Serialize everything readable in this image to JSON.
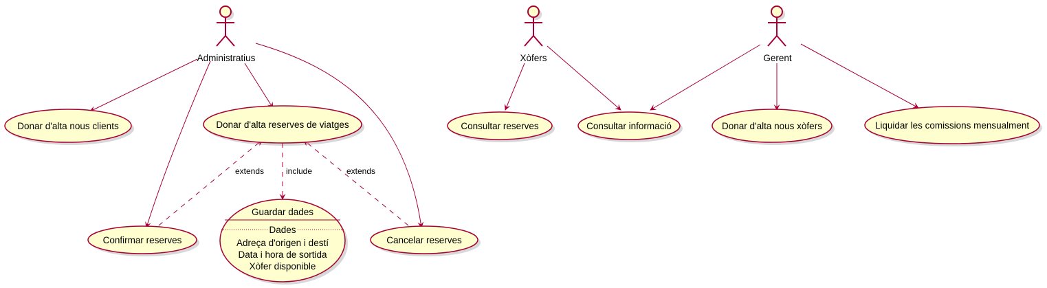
{
  "actors": [
    {
      "id": "administratius",
      "name": "Administratius"
    },
    {
      "id": "xofers",
      "name": "Xòfers"
    },
    {
      "id": "gerent",
      "name": "Gerent"
    }
  ],
  "usecases": [
    {
      "id": "alta-clients",
      "label": "Donar d'alta nous clients"
    },
    {
      "id": "alta-reserves",
      "label": "Donar d'alta reserves de viatges"
    },
    {
      "id": "confirmar",
      "label": "Confirmar reserves"
    },
    {
      "id": "cancelar",
      "label": "Cancelar reserves"
    },
    {
      "id": "guardar",
      "label": "Guardar dades",
      "section_title": "Dades",
      "details": [
        "Adreça d'origen i destí",
        "Data i hora de sortida",
        "Xòfer disponible"
      ]
    },
    {
      "id": "consultar-reserves",
      "label": "Consultar reserves"
    },
    {
      "id": "consultar-info",
      "label": "Consultar informació"
    },
    {
      "id": "alta-xofers",
      "label": "Donar d'alta nous xòfers"
    },
    {
      "id": "liquidar",
      "label": "Liquidar les comissions mensualment"
    }
  ],
  "relations": [
    {
      "from": "administratius",
      "to": "alta-clients",
      "style": "solid",
      "label": ""
    },
    {
      "from": "administratius",
      "to": "alta-reserves",
      "style": "solid",
      "label": ""
    },
    {
      "from": "administratius",
      "to": "confirmar",
      "style": "solid",
      "label": ""
    },
    {
      "from": "administratius",
      "to": "cancelar",
      "style": "solid",
      "label": ""
    },
    {
      "from": "confirmar",
      "to": "alta-reserves",
      "style": "dashed",
      "label": "extends"
    },
    {
      "from": "alta-reserves",
      "to": "guardar",
      "style": "dashed",
      "label": "include"
    },
    {
      "from": "cancelar",
      "to": "alta-reserves",
      "style": "dashed",
      "label": "extends"
    },
    {
      "from": "xofers",
      "to": "consultar-reserves",
      "style": "solid",
      "label": ""
    },
    {
      "from": "xofers",
      "to": "consultar-info",
      "style": "solid",
      "label": ""
    },
    {
      "from": "gerent",
      "to": "consultar-info",
      "style": "solid",
      "label": ""
    },
    {
      "from": "gerent",
      "to": "alta-xofers",
      "style": "solid",
      "label": ""
    },
    {
      "from": "gerent",
      "to": "liquidar",
      "style": "solid",
      "label": ""
    }
  ],
  "colors": {
    "line": "#A80036",
    "fill": "#FEFECE",
    "text": "#000000",
    "shadow": "#D8D8D8"
  }
}
